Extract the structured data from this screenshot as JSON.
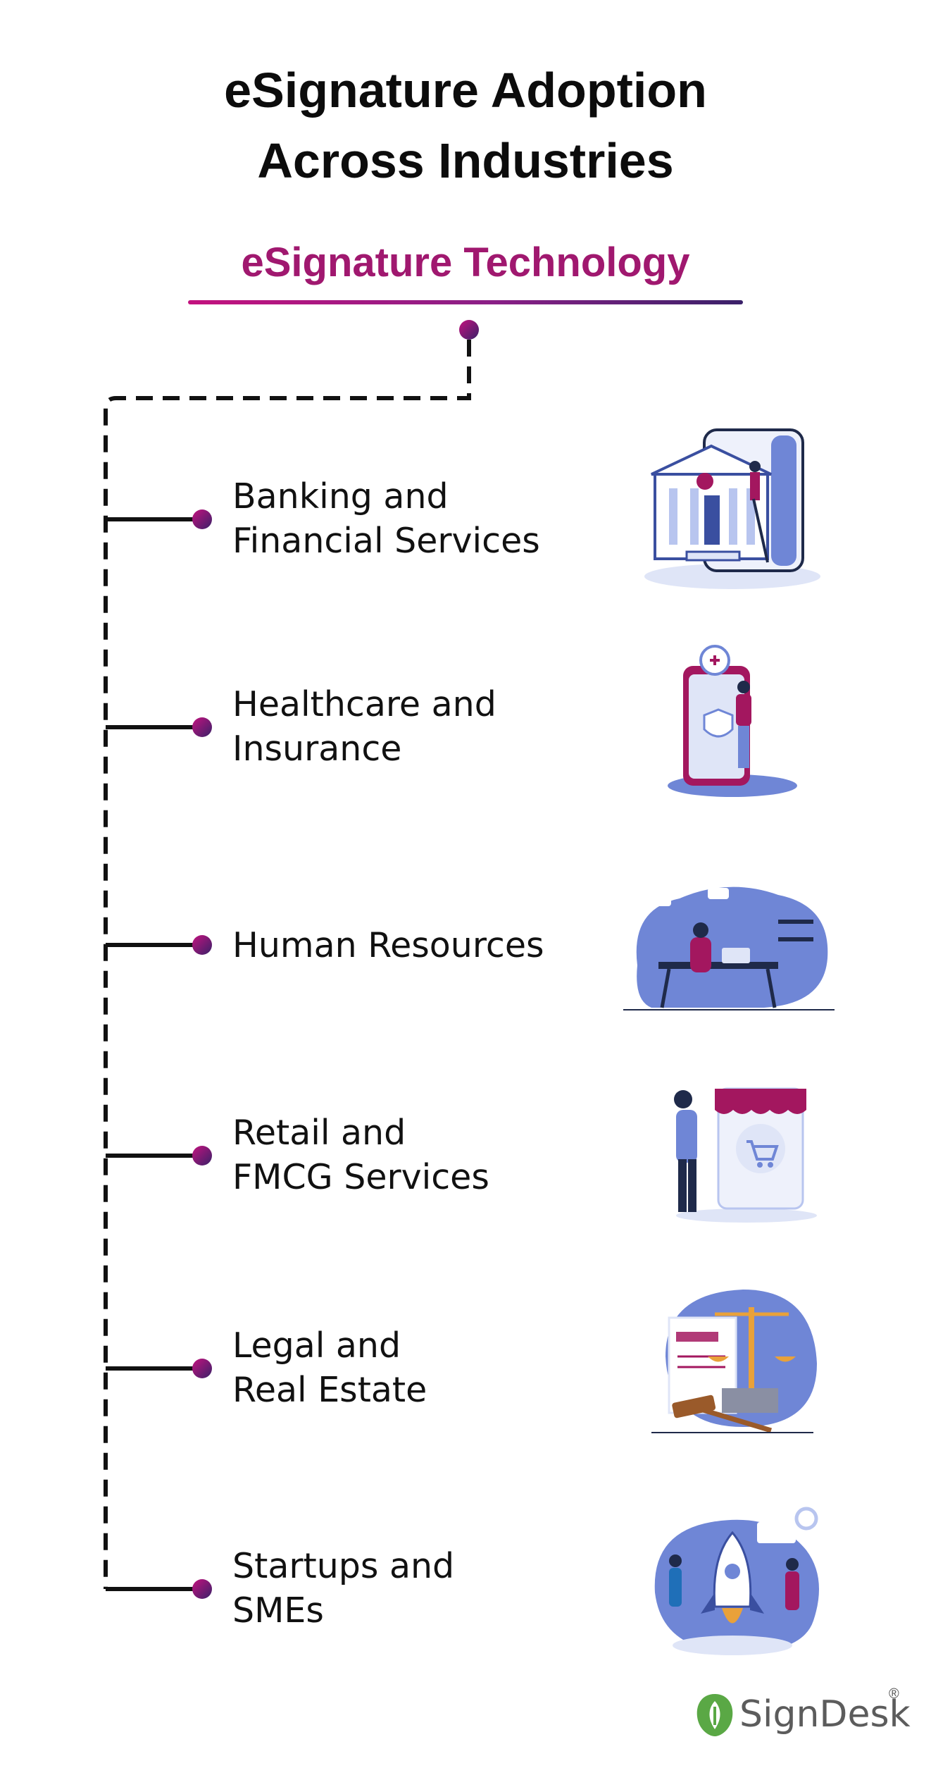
{
  "title": {
    "line1": "eSignature Adoption",
    "line2": "Across Industries"
  },
  "subtitle": "eSignature Technology",
  "colors": {
    "accent": "#a0186f",
    "accent_dark": "#3a2169",
    "illustration_blue": "#6f86d6",
    "illustration_light": "#dfe5f7",
    "illustration_magenta": "#a3175f",
    "logo_green": "#5aa845"
  },
  "industries": [
    {
      "line1": "Banking and",
      "line2": "Financial Services",
      "icon": "bank-building-icon"
    },
    {
      "line1": "Healthcare and",
      "line2": "Insurance",
      "icon": "health-phone-icon"
    },
    {
      "line1": "Human Resources",
      "line2": "",
      "icon": "office-desk-icon"
    },
    {
      "line1": "Retail and",
      "line2": "FMCG Services",
      "icon": "shop-cart-icon"
    },
    {
      "line1": "Legal and",
      "line2": "Real Estate",
      "icon": "law-scale-icon"
    },
    {
      "line1": "Startups and",
      "line2": "SMEs",
      "icon": "rocket-launch-icon"
    }
  ],
  "logo": {
    "text": "SignDesk",
    "reg": "®"
  }
}
